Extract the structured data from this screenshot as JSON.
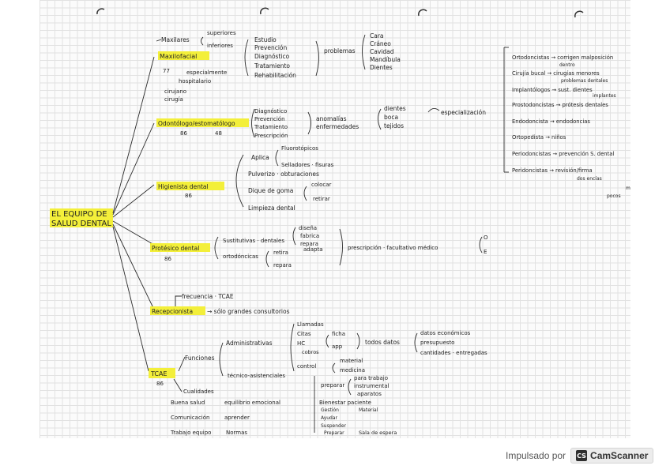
{
  "root": {
    "line1": "EL EQUIPO DE",
    "line2": "SALUD DENTAL"
  },
  "nodes": {
    "maxilofacial": {
      "label": "Maxilofacial",
      "maxilares": "Maxilares",
      "superiores": "superiores",
      "inferiores": "inferiores",
      "items": [
        "Estudio",
        "Prevención",
        "Diagnóstico",
        "Tratamiento",
        "Rehabilitación"
      ],
      "problemas": "problemas",
      "problemas_items": [
        "Cara",
        "Cráneo",
        "Cavidad",
        "Mandíbula",
        "Dientes"
      ],
      "especialmente": "especialmente",
      "hospitalario": "hospitalario",
      "num": "77",
      "cirujano": "cirujano",
      "cirugia": "cirugía"
    },
    "odontologo": {
      "label": "Odontólogo/estomatólogo",
      "items": [
        "Diagnóstico",
        "Prevención",
        "Tratamiento",
        "Prescripción"
      ],
      "mid": [
        "anomalías",
        "enfermedades"
      ],
      "right": [
        "dientes",
        "boca",
        "tejidos"
      ],
      "especializacion": "especialización",
      "n1": "86",
      "n2": "48"
    },
    "higienista": {
      "label": "Higienista dental",
      "aplica": "Aplica",
      "aplica_items": [
        "Fluorotópicos",
        "Selladores · fisuras"
      ],
      "items": [
        "Pulverizo · obturaciones",
        "Dique de goma",
        "Limpieza dental"
      ],
      "dique_items": [
        "colocar",
        "retirar"
      ],
      "num": "86"
    },
    "protesico": {
      "label": "Protésico dental",
      "row1": "Sustitutivas · dentales",
      "row2": "ortodóncicas",
      "r1_items": [
        "diseña",
        "fabrica",
        "repara"
      ],
      "r2_items": [
        "retira",
        "adapta",
        "repara"
      ],
      "prescripcion": "prescripción · facultativo médico",
      "tail": [
        "O",
        "E"
      ],
      "num": "86"
    },
    "recepcionista": {
      "label": "Recepcionista",
      "frecuencia": "frecuencia · TCAE",
      "text": "→ sólo grandes consultorios"
    },
    "tcae": {
      "label": "TCAE",
      "num": "86",
      "funciones": "Funciones",
      "administrativas": "Administrativas",
      "admin_items": [
        "Llamadas",
        "Citas",
        "HC",
        "cobros",
        "control"
      ],
      "citas_items": [
        "ficha",
        "app"
      ],
      "hc_items": [
        "todos datos"
      ],
      "todos_items": [
        "datos económicos",
        "presupuesto",
        "cantidades · entregadas"
      ],
      "control_items": [
        "material",
        "medicina"
      ],
      "tecnico": "técnico-asistenciales",
      "tec_items": [
        "preparar",
        "para trabajo",
        "instrumental",
        "aparatos"
      ],
      "cualidades": "Cualidades",
      "cual_items": [
        "Buena salud",
        "Comunicación",
        "Trabajo equipo"
      ],
      "cual_mid": [
        "equilibrio emocional",
        "aprender",
        "Normas"
      ],
      "list_items": [
        "Ayudar",
        "Gestión",
        "Material",
        "Bienestar paciente",
        "Suspender",
        "Preparar",
        "Sala de espera"
      ]
    },
    "specialties": [
      "Ortodoncistas → corrigen malposición",
      "Cirujía bucal → cirugías menores",
      "Implantólogos → sust. dientes",
      "Prostodoncistas → prótesis dentales",
      "Endodoncista → endodoncias",
      "Ortopedista → niños",
      "Periodoncistas → prevención S. dental",
      "Peridoncistas → revisión/firma"
    ],
    "spec_extra": [
      "dentro",
      "problemas dentales",
      "implantes",
      "dos encías",
      "mal",
      "pocos"
    ]
  },
  "footer": {
    "text": "Impulsado por",
    "logo": "CS",
    "brand": "CamScanner"
  }
}
